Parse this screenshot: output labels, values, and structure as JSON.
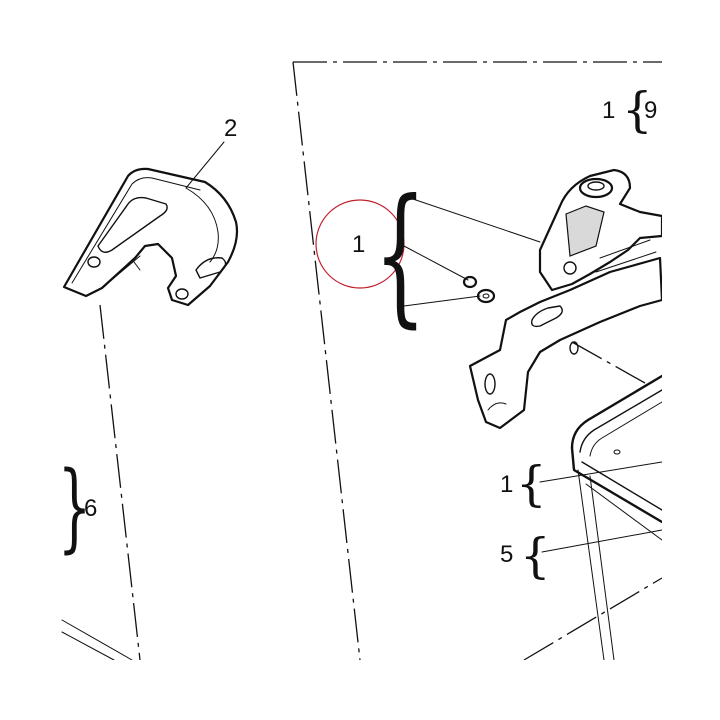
{
  "diagram": {
    "labels": {
      "part_2": "2",
      "part_6": "6",
      "part_1_highlighted": "1",
      "part_1_top": "1",
      "part_9": "9",
      "part_1_lower": "1",
      "part_5": "5"
    },
    "highlight_color": "#c2202c"
  }
}
